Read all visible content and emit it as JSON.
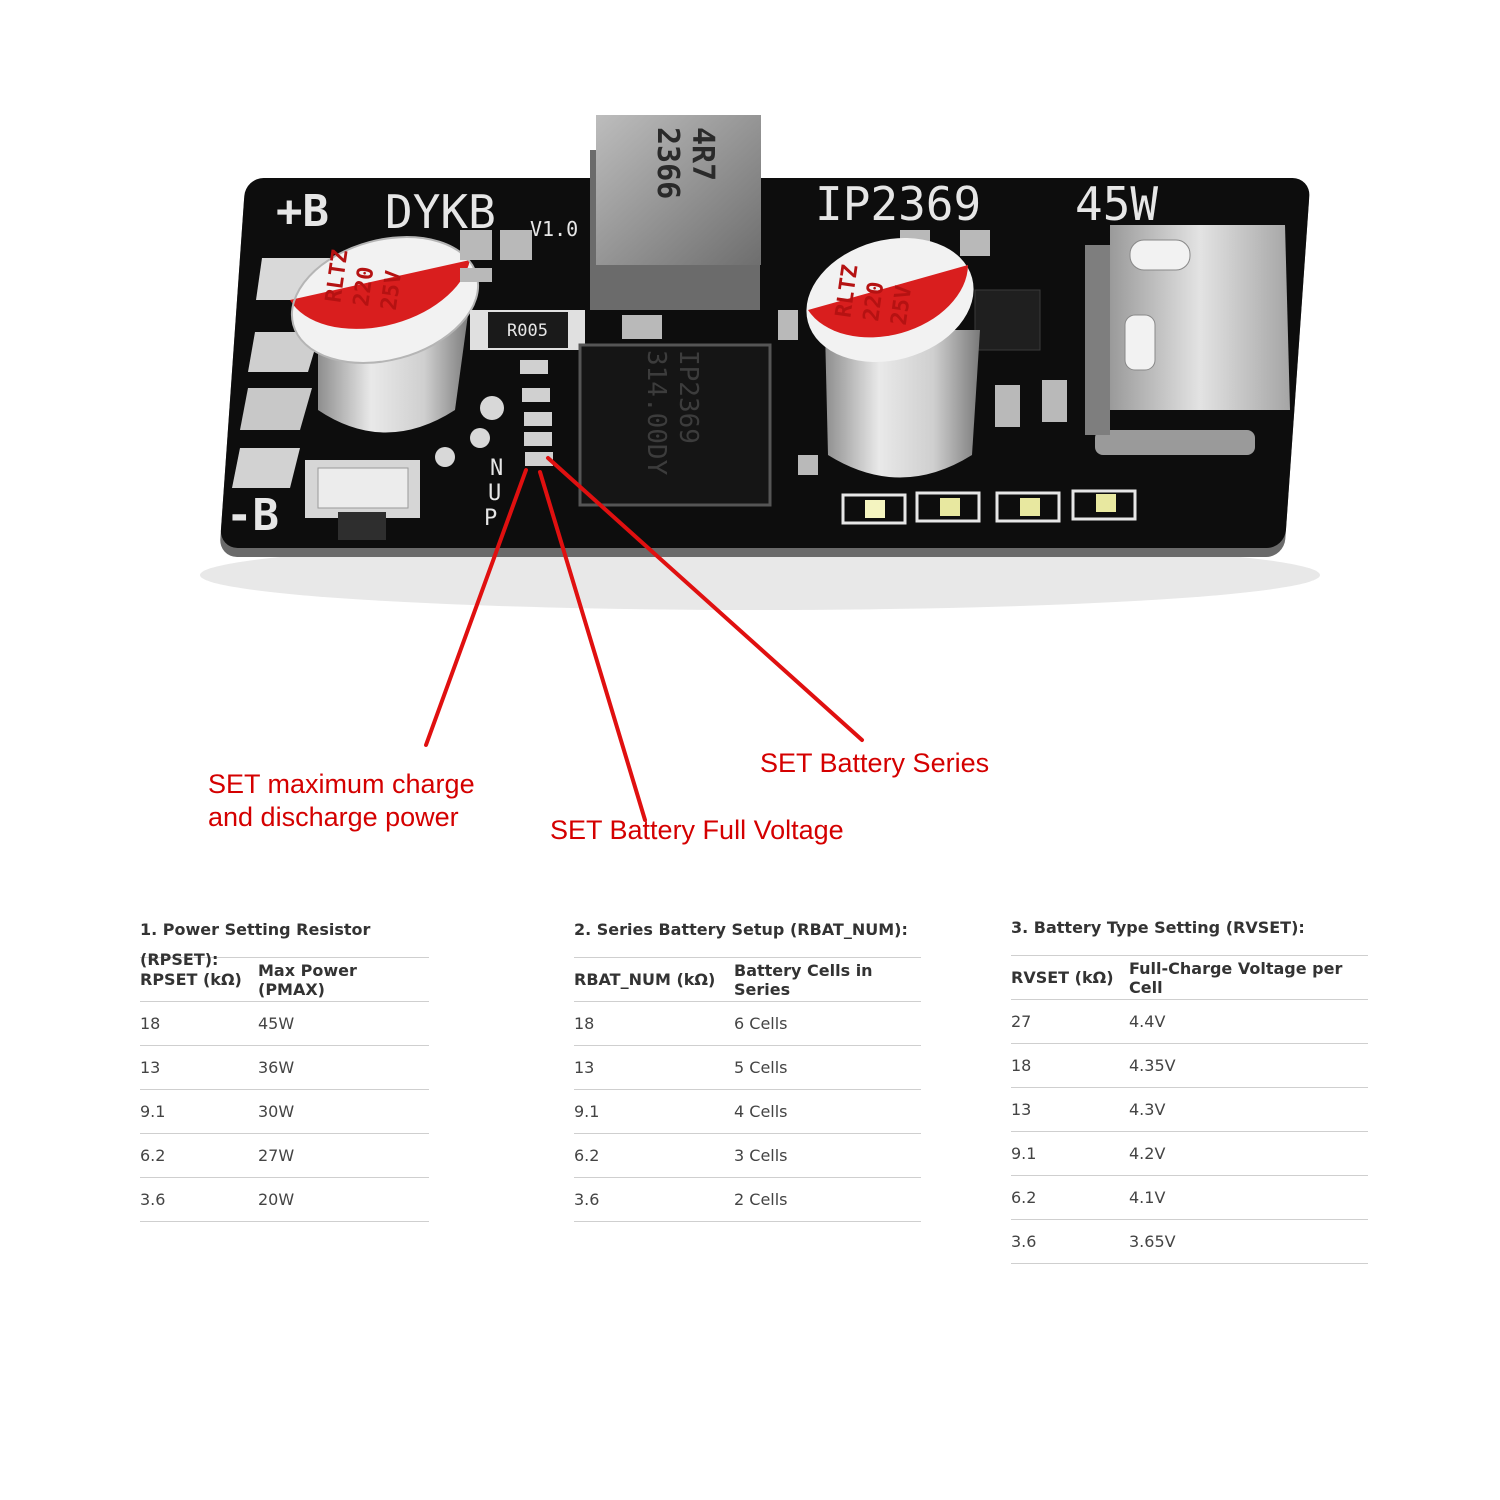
{
  "board": {
    "silkscreen": {
      "left_label": "+B",
      "brand": "DYKB",
      "version": "V1.0",
      "model": "IP2369",
      "power": "45W",
      "bottom_label": "-B",
      "pin_labels": [
        "N",
        "U",
        "P"
      ]
    },
    "capacitor_marking": [
      "RLTZ",
      "220",
      "25V"
    ],
    "inductor_marking": [
      "4R7",
      "2366"
    ],
    "resistor_marking": "R005",
    "chip_marking": [
      "IP2369",
      "314.00DY"
    ]
  },
  "callouts": {
    "power": [
      "SET maximum charge",
      "and discharge power"
    ],
    "full_voltage": "SET Battery Full Voltage",
    "series": "SET Battery Series"
  },
  "tables": [
    {
      "title": "1. Power Setting Resistor (RPSET):",
      "headers": [
        "RPSET (kΩ)",
        "Max Power (PMAX)"
      ],
      "rows": [
        [
          "18",
          "45W"
        ],
        [
          "13",
          "36W"
        ],
        [
          "9.1",
          "30W"
        ],
        [
          "6.2",
          "27W"
        ],
        [
          "3.6",
          "20W"
        ]
      ]
    },
    {
      "title": "2. Series Battery Setup (RBAT_NUM):",
      "headers": [
        "RBAT_NUM (kΩ)",
        "Battery Cells in Series"
      ],
      "rows": [
        [
          "18",
          "6 Cells"
        ],
        [
          "13",
          "5 Cells"
        ],
        [
          "9.1",
          "4 Cells"
        ],
        [
          "6.2",
          "3 Cells"
        ],
        [
          "3.6",
          "2 Cells"
        ]
      ]
    },
    {
      "title": "3. Battery Type Setting (RVSET):",
      "headers": [
        "RVSET (kΩ)",
        "Full-Charge Voltage per Cell"
      ],
      "rows": [
        [
          "27",
          "4.4V"
        ],
        [
          "18",
          "4.35V"
        ],
        [
          "13",
          "4.3V"
        ],
        [
          "9.1",
          "4.2V"
        ],
        [
          "6.2",
          "4.1V"
        ],
        [
          "3.6",
          "3.65V"
        ]
      ]
    }
  ],
  "colors": {
    "pcb": "#0d0d0d",
    "silkscreen": "#e6e6e6",
    "callout": "#d40000",
    "capacitor_top": "#d91e1e"
  }
}
